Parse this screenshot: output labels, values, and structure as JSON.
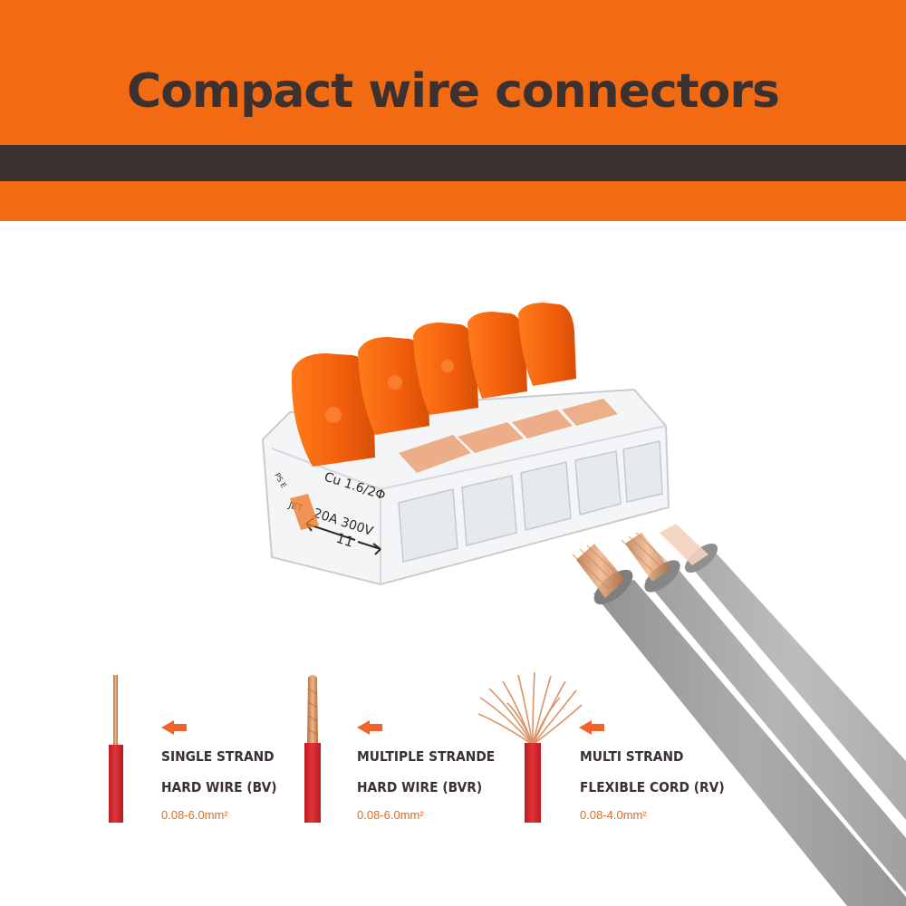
{
  "header": {
    "title": "Compact wire connectors"
  },
  "connector": {
    "marking_line1": "Cu 1.6/2Φ",
    "marking_line2": "20A 300V",
    "marking_brand": "JET",
    "marking_strip": "11",
    "marking_cert": "PS E"
  },
  "wire_types": [
    {
      "line1": "SINGLE STRAND",
      "line2": "HARD WIRE (BV)",
      "range": "0.08-6.0mm²"
    },
    {
      "line1": "MULTIPLE STRANDE",
      "line2": "HARD WIRE (BVR)",
      "range": "0.08-6.0mm²"
    },
    {
      "line1": "MULTI STRAND",
      "line2": "FLEXIBLE CORD (RV)",
      "range": "0.08-4.0mm²"
    }
  ],
  "colors": {
    "brand_orange": "#f26b12",
    "dark_band": "#3b3131",
    "wire_red": "#d7282f",
    "copper": "#d9946a",
    "cable_grey": "#9a9a9a"
  }
}
